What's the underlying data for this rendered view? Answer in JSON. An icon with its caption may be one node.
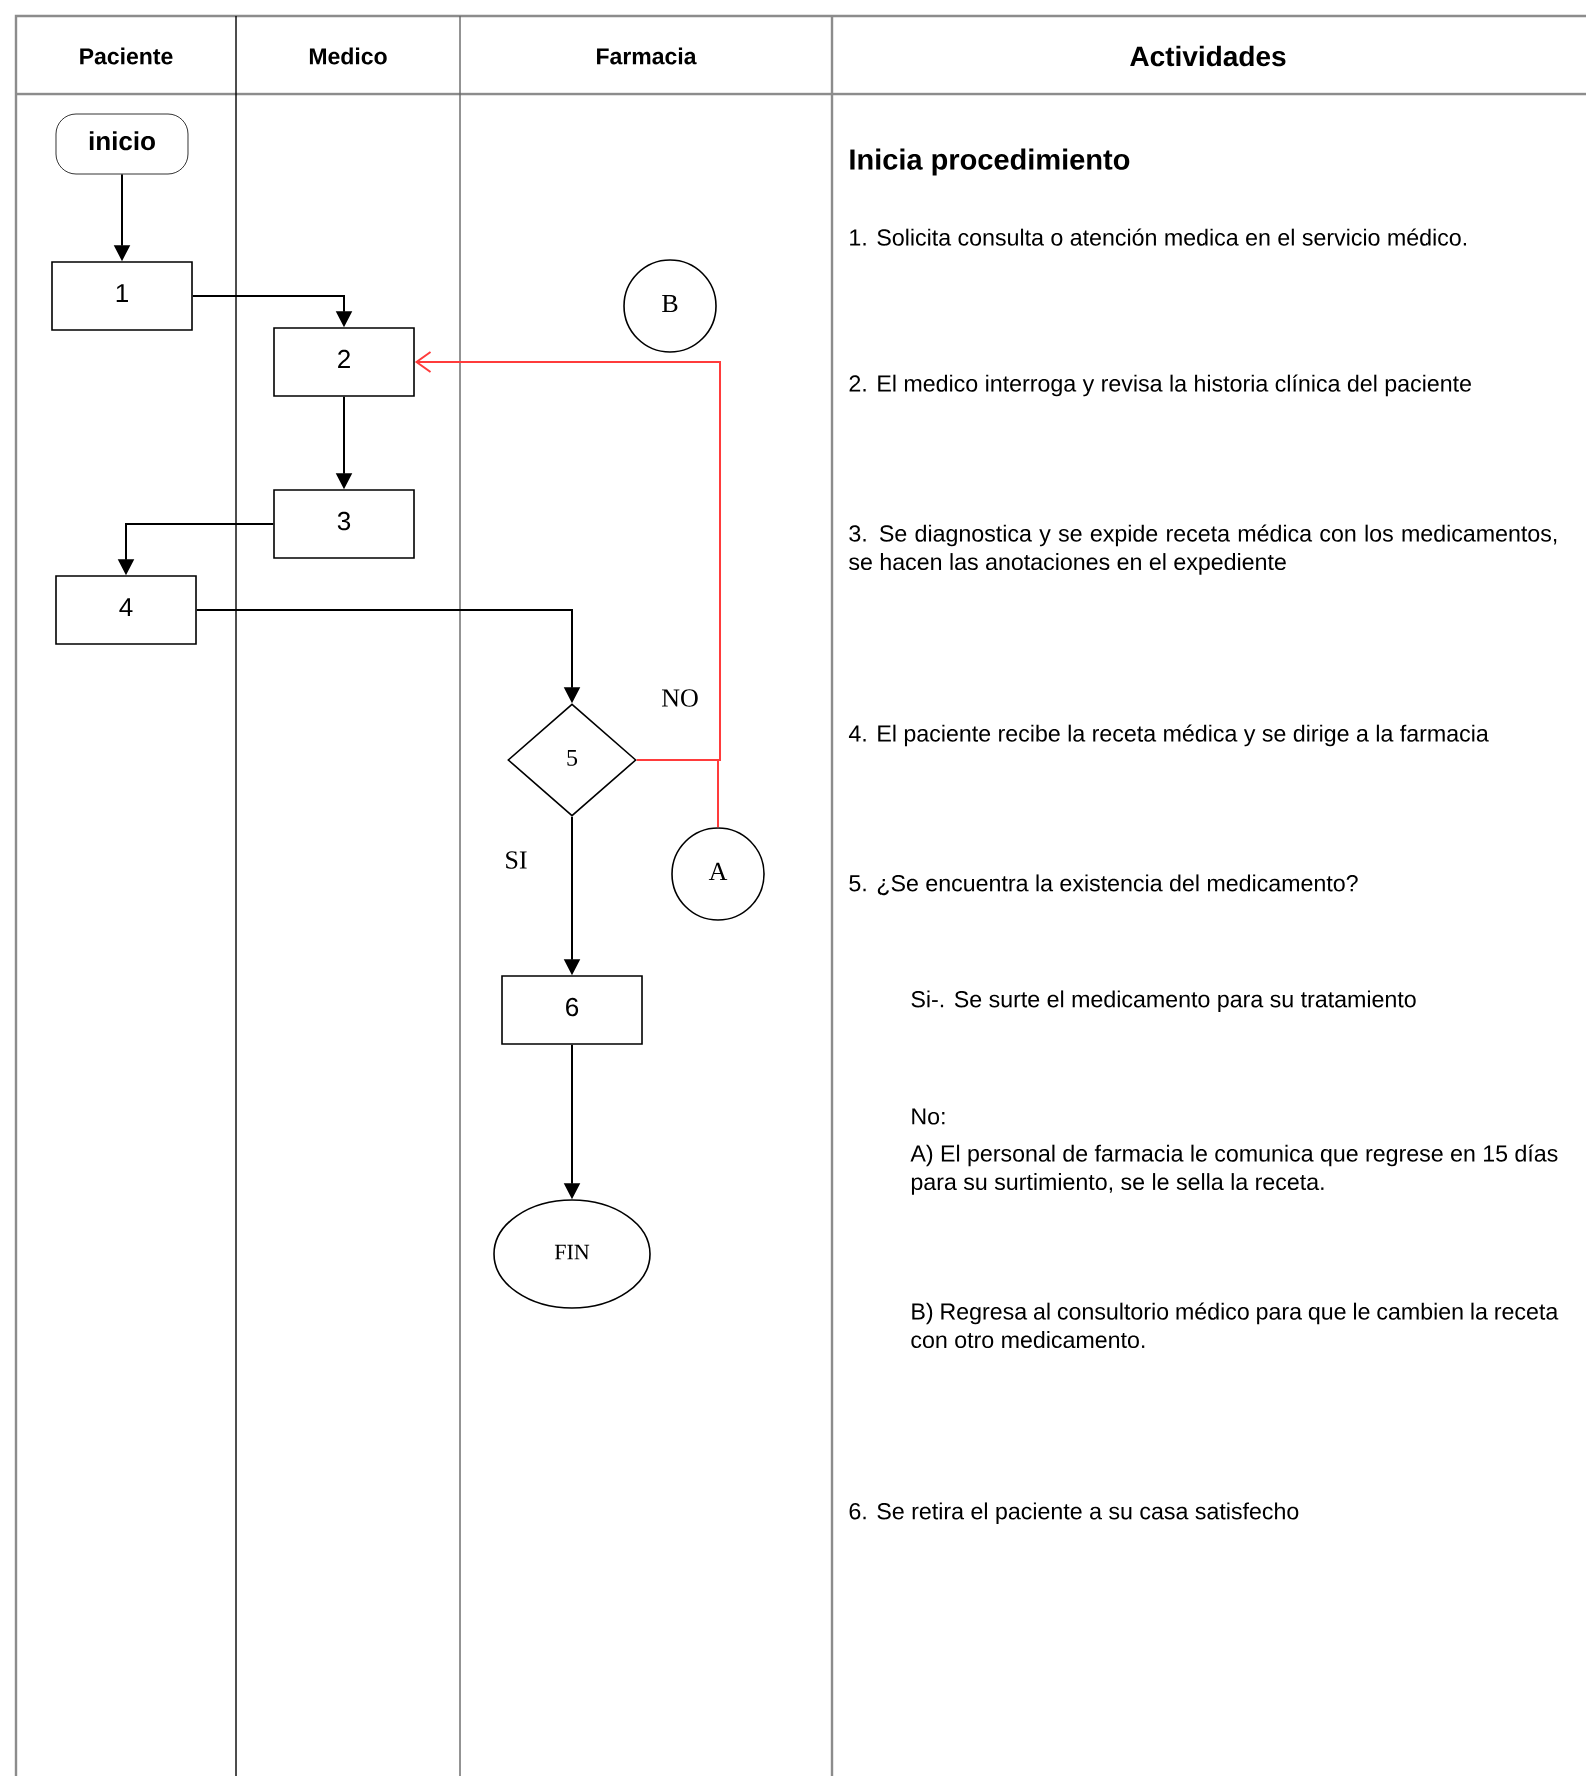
{
  "diagram": {
    "nodes": [
      {
        "text": [
          "inicio"
        ]
      },
      {
        "text": [
          "1"
        ]
      },
      {
        "text": [
          "2"
        ]
      },
      {
        "text": [
          "3"
        ]
      },
      {
        "text": [
          "4"
        ]
      },
      {
        "text": [
          "5"
        ]
      },
      {
        "text": [
          "6"
        ]
      },
      {
        "text": [
          "FIN"
        ]
      },
      {
        "text": [
          "B"
        ]
      },
      {
        "text": [
          "A"
        ]
      }
    ],
    "edges": [
      {
        "from": 0,
        "to": 1,
        "arrow": "to"
      },
      {
        "from": 1,
        "to": 2,
        "arrow": "to"
      },
      {
        "from": 2,
        "to": 3,
        "arrow": "to"
      },
      {
        "from": 3,
        "to": 4,
        "arrow": "to"
      },
      {
        "from": 4,
        "to": 5,
        "arrow": "to"
      },
      {
        "from": 5,
        "to": 6,
        "arrow": "to",
        "label": "SI"
      },
      {
        "from": 6,
        "to": 7,
        "arrow": "to"
      },
      {
        "from": 5,
        "to": 2,
        "arrow": "to",
        "label": "NO",
        "color": "#ff3b3b"
      },
      {
        "from": 5,
        "to": 9,
        "arrow": "none",
        "color": "#ff3b3b"
      }
    ],
    "labels": [
      "Paciente",
      "Medico",
      "Farmacia",
      "Actividades",
      "Inicia procedimiento",
      "1. Solicita consulta o atención medica en el servicio médico.",
      "2. El medico interroga y revisa la historia clínica del paciente",
      "3. Se diagnostica y se expide receta médica con los medicamentos, se hacen las anotaciones en el expediente",
      "4. El paciente recibe la receta médica y se dirige a la farmacia",
      "5. ¿Se encuentra la existencia del medicamento?",
      "Si-. Se surte el medicamento para su tratamiento",
      "No:",
      "A) El personal de farmacia le comunica que regrese en 15 días para su surtimiento, se le sella la receta.",
      "B) Regresa al consultorio médico para que le cambien la receta con otro medicamento.",
      "6. Se retira el paciente a su casa satisfecho"
    ]
  }
}
